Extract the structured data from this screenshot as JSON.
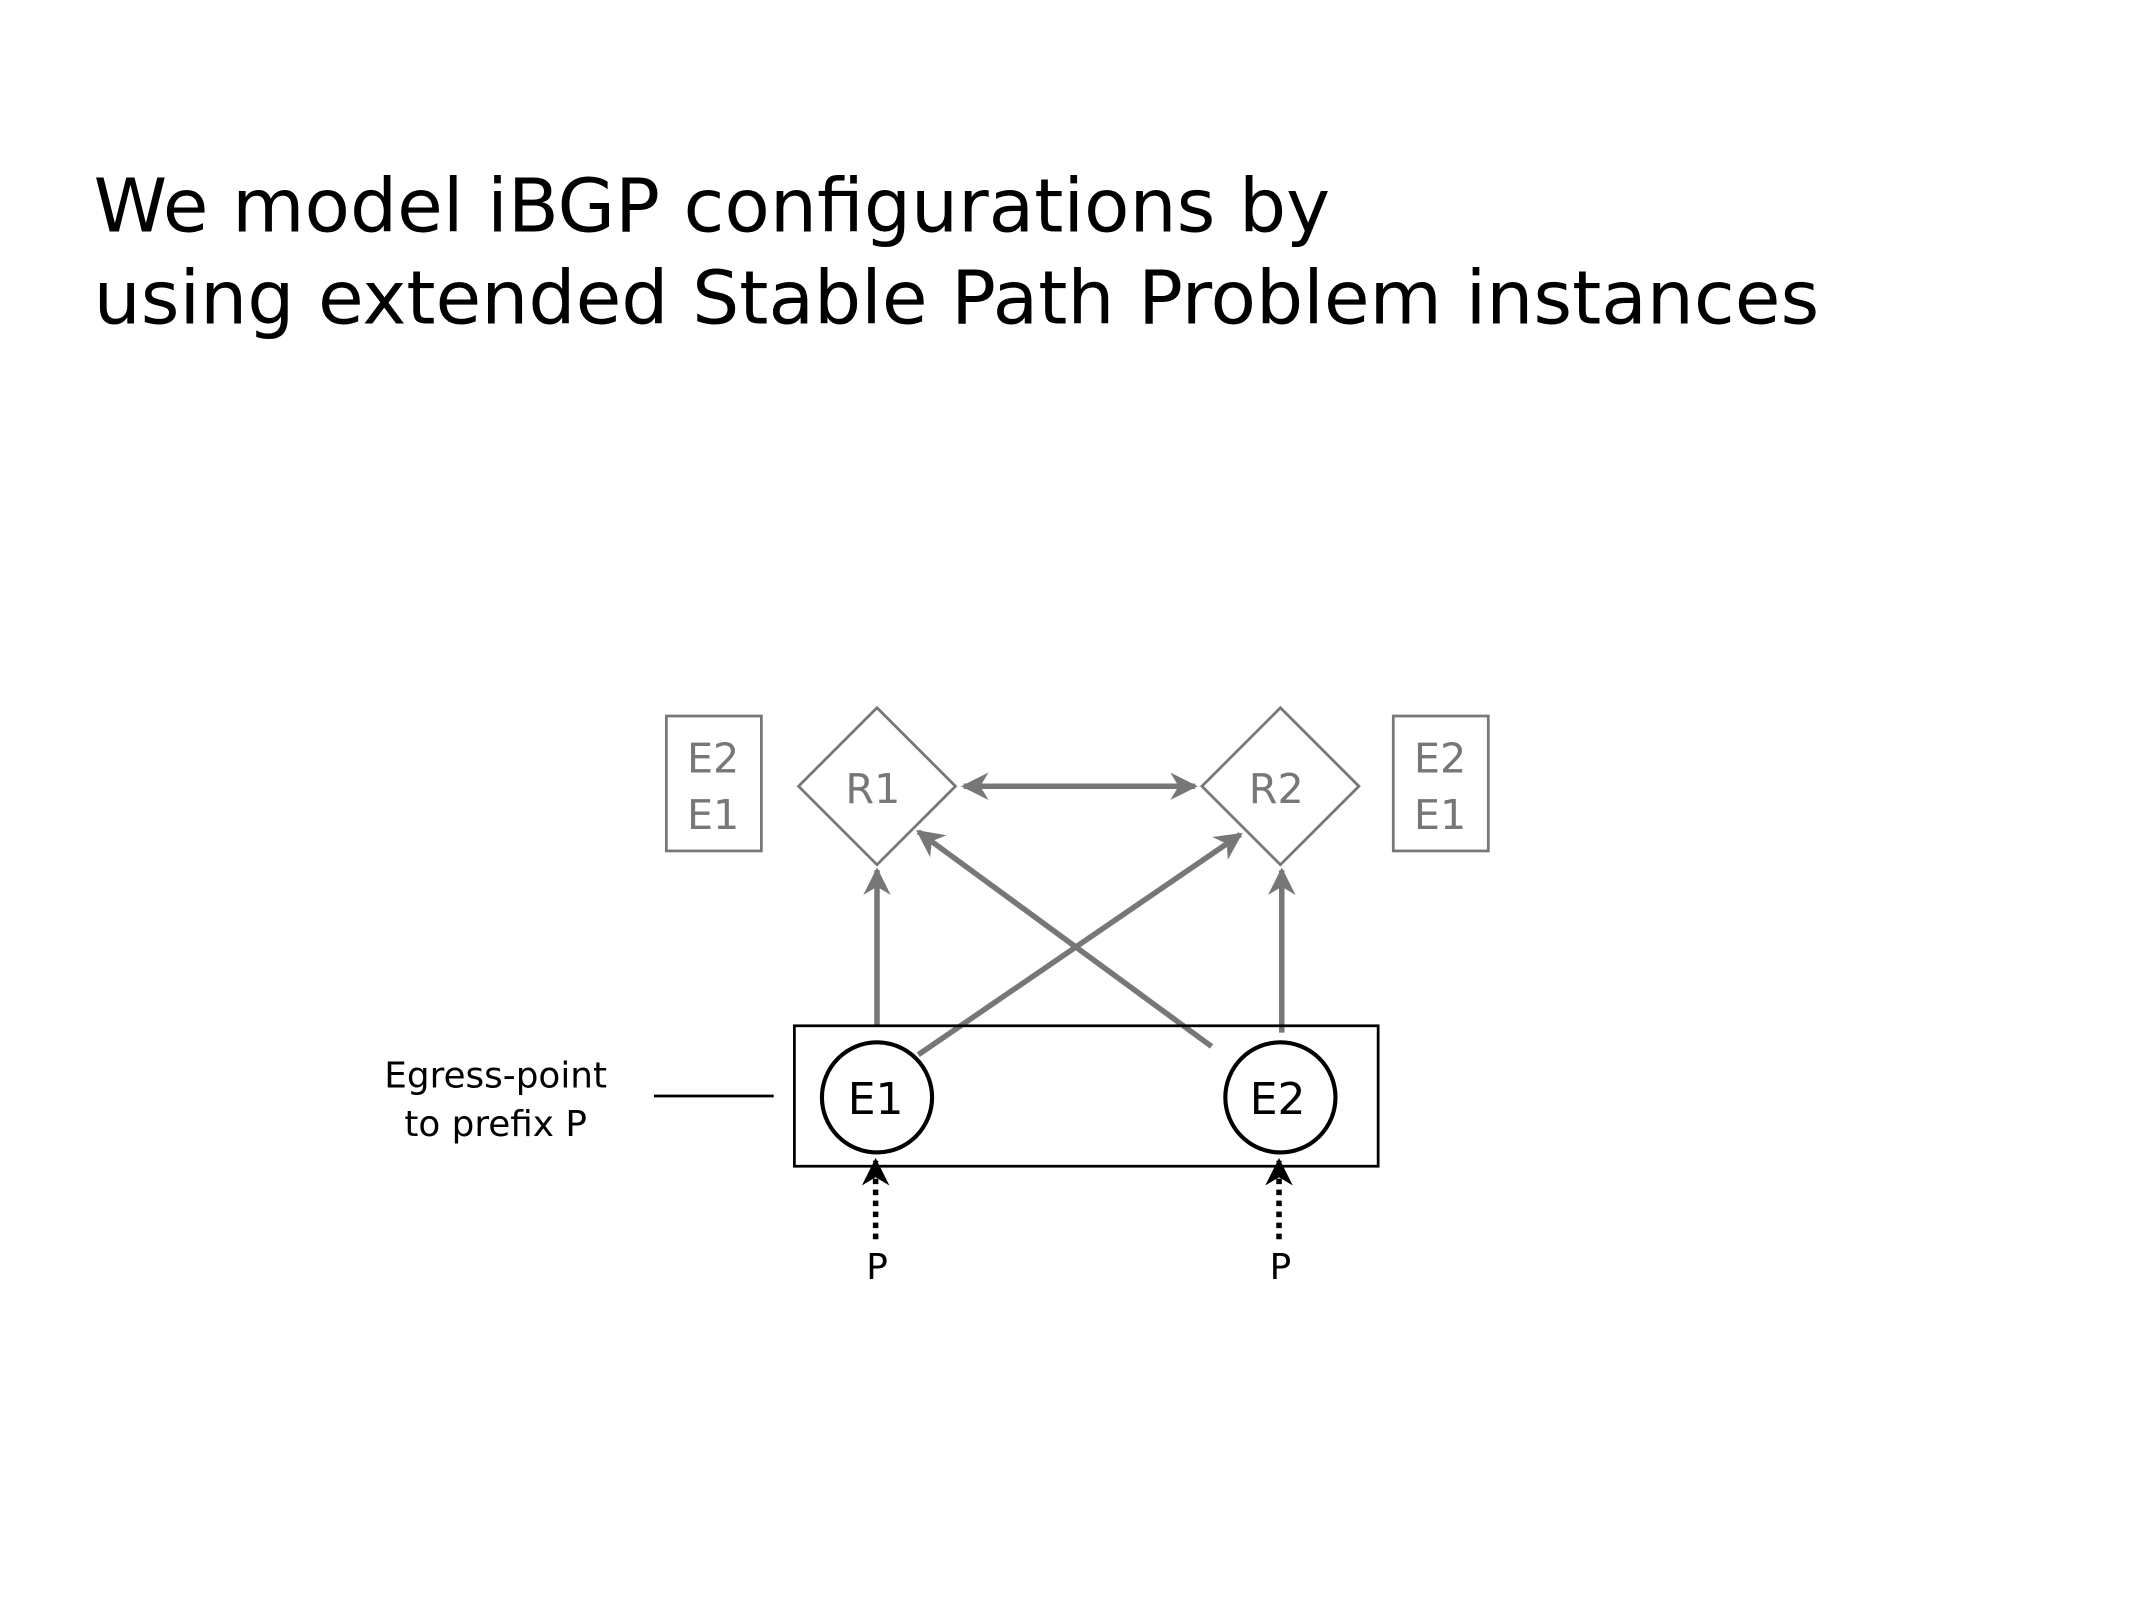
{
  "title": {
    "line1": "We model iBGP configurations by",
    "line2": "using extended Stable Path Problem instances"
  },
  "diagram": {
    "route_reflectors": [
      {
        "label": "R1",
        "ranking": [
          "E2",
          "E1"
        ]
      },
      {
        "label": "R2",
        "ranking": [
          "E2",
          "E1"
        ]
      }
    ],
    "egress_points": [
      {
        "label": "E1",
        "prefix": "P"
      },
      {
        "label": "E2",
        "prefix": "P"
      }
    ],
    "annotation": {
      "line1": "Egress-point",
      "line2": "to prefix P"
    },
    "colors": {
      "gray": "#777777",
      "black": "#000000"
    }
  }
}
